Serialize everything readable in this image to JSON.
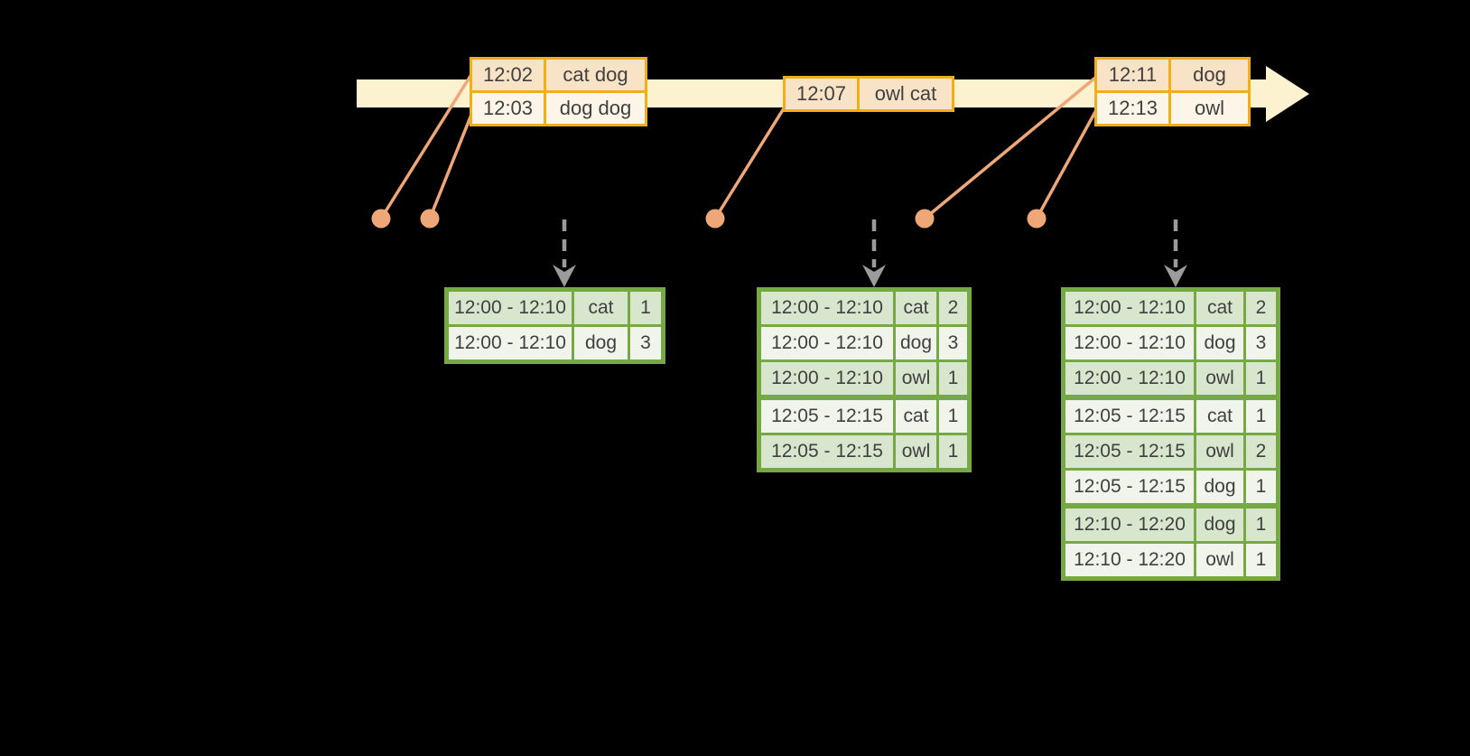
{
  "event_boxes": [
    {
      "rows": [
        {
          "time": "12:02",
          "words": "cat dog"
        },
        {
          "time": "12:03",
          "words": "dog dog"
        }
      ]
    },
    {
      "rows": [
        {
          "time": "12:07",
          "words": "owl cat"
        }
      ]
    },
    {
      "rows": [
        {
          "time": "12:11",
          "words": "dog"
        },
        {
          "time": "12:13",
          "words": "owl"
        }
      ]
    }
  ],
  "result_tables": [
    {
      "rows": [
        {
          "window": "12:00 - 12:10",
          "word": "cat",
          "count": "1"
        },
        {
          "window": "12:00 - 12:10",
          "word": "dog",
          "count": "3"
        }
      ]
    },
    {
      "rows": [
        {
          "window": "12:00 - 12:10",
          "word": "cat",
          "count": "2"
        },
        {
          "window": "12:00 - 12:10",
          "word": "dog",
          "count": "3"
        },
        {
          "window": "12:00 - 12:10",
          "word": "owl",
          "count": "1"
        },
        {
          "window": "12:05 - 12:15",
          "word": "cat",
          "count": "1"
        },
        {
          "window": "12:05 - 12:15",
          "word": "owl",
          "count": "1"
        }
      ]
    },
    {
      "rows": [
        {
          "window": "12:00 - 12:10",
          "word": "cat",
          "count": "2"
        },
        {
          "window": "12:00 - 12:10",
          "word": "dog",
          "count": "3"
        },
        {
          "window": "12:00 - 12:10",
          "word": "owl",
          "count": "1"
        },
        {
          "window": "12:05 - 12:15",
          "word": "cat",
          "count": "1"
        },
        {
          "window": "12:05 - 12:15",
          "word": "owl",
          "count": "2"
        },
        {
          "window": "12:05 - 12:15",
          "word": "dog",
          "count": "1"
        },
        {
          "window": "12:10 - 12:20",
          "word": "dog",
          "count": "1"
        },
        {
          "window": "12:10 - 12:20",
          "word": "owl",
          "count": "1"
        }
      ]
    }
  ],
  "colors": {
    "background": "#000000",
    "timeline_bar": "#FCF2D0",
    "event_border": "#EFAF1A",
    "event_row_peach": "#F9E3C7",
    "event_row_cream": "#FDF5E7",
    "connector_salmon": "#F0A778",
    "trigger_arrow_gray": "#9B9B9B",
    "result_border": "#76A844",
    "result_row_dark": "#D9E6CE",
    "result_row_light": "#F0F4EB",
    "text": "#404040"
  }
}
